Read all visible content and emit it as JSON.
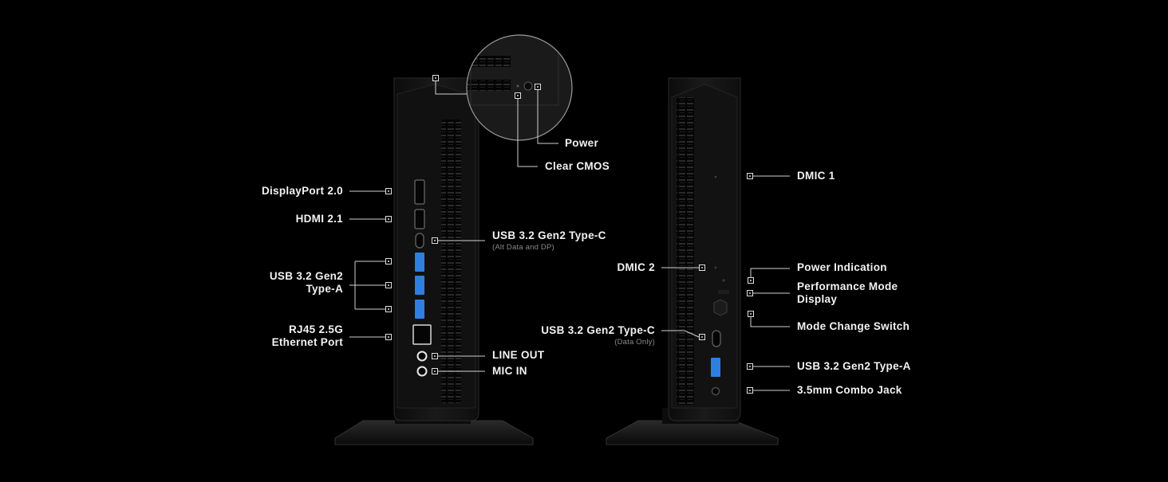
{
  "colors": {
    "background": "#000000",
    "device_body": "#141414",
    "device_edge": "#2a2a2a",
    "usb_port_blue": "#2f7fe0",
    "label_text": "#f2f2f2",
    "sub_label_text": "#8a8a8a",
    "leader_line": "#d0d0d0"
  },
  "rear_view": {
    "labels": {
      "power": "Power",
      "clear_cmos": "Clear CMOS",
      "displayport": "DisplayPort 2.0",
      "hdmi": "HDMI 2.1",
      "usb_c": "USB 3.2 Gen2 Type-C",
      "usb_c_note": "(Alt Data and DP)",
      "usb_a_line1": "USB 3.2 Gen2",
      "usb_a_line2": "Type-A",
      "rj45_line1": "RJ45 2.5G",
      "rj45_line2": "Ethernet Port",
      "line_out": "LINE OUT",
      "mic_in": "MIC IN"
    }
  },
  "front_view": {
    "labels": {
      "dmic1": "DMIC 1",
      "dmic2": "DMIC 2",
      "power_indication": "Power Indication",
      "perf_mode_line1": "Performance Mode",
      "perf_mode_line2": "Display",
      "mode_switch": "Mode Change Switch",
      "usb_c": "USB 3.2 Gen2 Type-C",
      "usb_c_note": "(Data Only)",
      "usb_a": "USB 3.2 Gen2 Type-A",
      "combo_jack": "3.5mm Combo Jack"
    }
  }
}
